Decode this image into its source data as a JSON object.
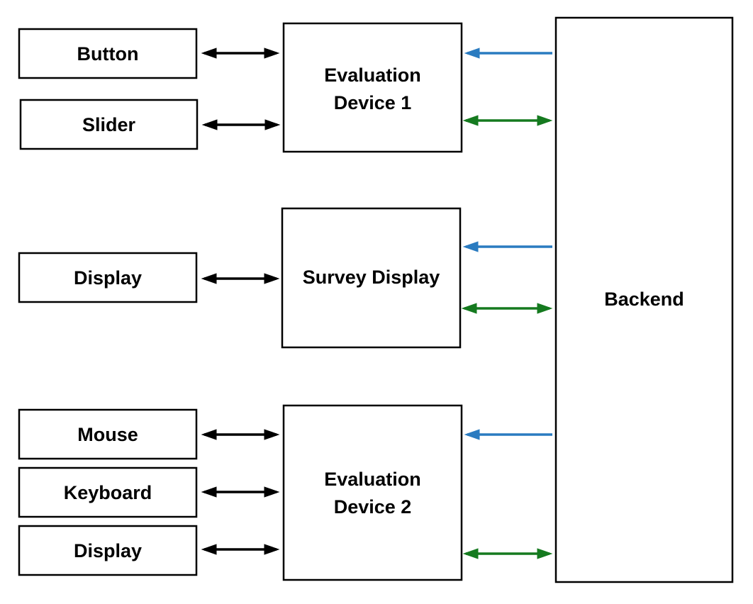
{
  "diagram": {
    "backend": {
      "label": "Backend"
    },
    "evaluation_device_1": {
      "line1": "Evaluation",
      "line2": "Device 1",
      "inputs": [
        "Button",
        "Slider"
      ]
    },
    "survey_display": {
      "label": "Survey Display",
      "inputs": [
        "Display"
      ]
    },
    "evaluation_device_2": {
      "line1": "Evaluation",
      "line2": "Device 2",
      "inputs": [
        "Mouse",
        "Keyboard",
        "Display"
      ]
    },
    "colors": {
      "local_link": "#000000",
      "bidirectional_backend_link": "#157a1f",
      "backend_to_device_link": "#2a7bc0"
    }
  }
}
